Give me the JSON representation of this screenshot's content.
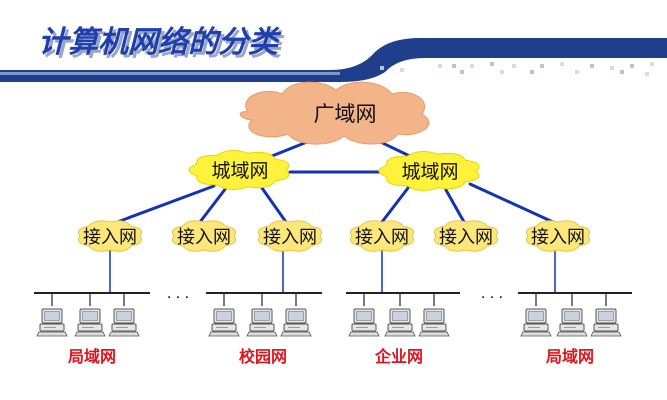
{
  "title": "计算机网络的分类",
  "colors": {
    "title": "#1f3fb0",
    "title_shadow": "#9aa6c8",
    "header_band": "#1f3e8c",
    "header_band_light": "#7f95c9",
    "link_line": "#1432b4",
    "wan_cloud": "#f4b48a",
    "man_cloud": "#fff23a",
    "access_cloud": "#fde67a",
    "cloud_text": "#111111",
    "network_label": "#e0141e",
    "bus": "#222222"
  },
  "wan": {
    "label": "广域网"
  },
  "man": [
    {
      "label": "城域网"
    },
    {
      "label": "城域网"
    }
  ],
  "access": [
    {
      "label": "接入网"
    },
    {
      "label": "接入网"
    },
    {
      "label": "接入网"
    },
    {
      "label": "接入网"
    },
    {
      "label": "接入网"
    },
    {
      "label": "接入网"
    }
  ],
  "ellipsis": "· · ·",
  "networks": [
    {
      "label": "局域网"
    },
    {
      "label": "校园网"
    },
    {
      "label": "企业网"
    },
    {
      "label": "局域网"
    }
  ]
}
